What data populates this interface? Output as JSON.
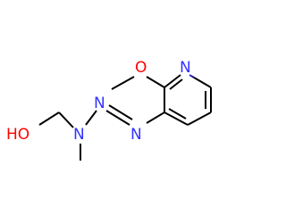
{
  "molecule": {
    "atoms": {
      "pyridine_n": {
        "label": "N",
        "color": "#3333ff"
      },
      "methoxy_o": {
        "label": "O",
        "color": "#ff0000"
      },
      "azo_n1": {
        "label": "N",
        "color": "#3333ff"
      },
      "azo_n2": {
        "label": "N",
        "color": "#3333ff"
      },
      "amine_n": {
        "label": "N",
        "color": "#3333ff"
      },
      "hydroxyl": {
        "label": "HO",
        "color": "#ff0000"
      }
    },
    "bond_color": "#000000"
  }
}
